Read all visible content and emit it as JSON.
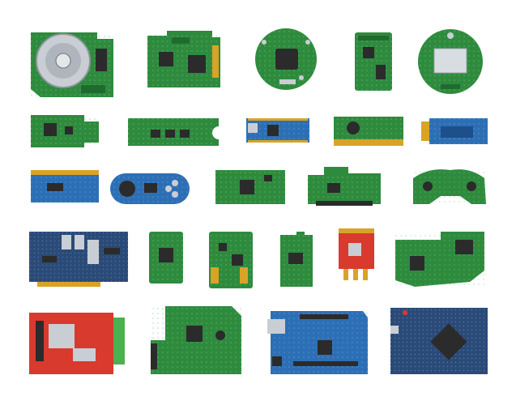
{
  "colors": {
    "background": "#ffffff",
    "pcb_green": "#2e8b3e",
    "pcb_green_dark": "#1f6b2e",
    "pcb_green_light": "#3aa04b",
    "pcb_blue": "#2d6fb5",
    "pcb_blue_dark": "#1d4f8a",
    "pcb_navy": "#2a4a78",
    "pcb_red": "#d83a2e",
    "chip_black": "#2b2b2b",
    "gold_pins": "#d9a326",
    "silver": "#c9ced4",
    "trace": "#9fd49a"
  },
  "boards": [
    {
      "name": "hdd-board",
      "color": "pcb_green"
    },
    {
      "name": "dual-chip-board",
      "color": "pcb_green"
    },
    {
      "name": "round-camera-board",
      "color": "pcb_green"
    },
    {
      "name": "tall-module-board",
      "color": "pcb_green"
    },
    {
      "name": "round-sensor-board",
      "color": "pcb_green"
    },
    {
      "name": "usb-stick-board",
      "color": "pcb_green"
    },
    {
      "name": "memory-stick-board",
      "color": "pcb_green"
    },
    {
      "name": "arduino-nano-board",
      "color": "pcb_blue"
    },
    {
      "name": "edge-connector-board",
      "color": "pcb_green"
    },
    {
      "name": "bluetooth-module-board",
      "color": "pcb_blue"
    },
    {
      "name": "header-strip-board",
      "color": "pcb_blue"
    },
    {
      "name": "gamepad-board",
      "color": "pcb_blue"
    },
    {
      "name": "small-rect-board",
      "color": "pcb_green"
    },
    {
      "name": "connector-board",
      "color": "pcb_green"
    },
    {
      "name": "controller-shaped-board",
      "color": "pcb_green"
    },
    {
      "name": "isa-card-board",
      "color": "pcb_navy"
    },
    {
      "name": "small-chip-board",
      "color": "pcb_green"
    },
    {
      "name": "cartridge-board",
      "color": "pcb_green"
    },
    {
      "name": "notched-board",
      "color": "pcb_green"
    },
    {
      "name": "sensor-breakout-board",
      "color": "pcb_red"
    },
    {
      "name": "wing-board",
      "color": "pcb_green"
    },
    {
      "name": "driver-board",
      "color": "pcb_red"
    },
    {
      "name": "large-module-board",
      "color": "pcb_green"
    },
    {
      "name": "arduino-uno-board",
      "color": "pcb_blue"
    },
    {
      "name": "arduino-mega-board",
      "color": "pcb_navy"
    }
  ]
}
